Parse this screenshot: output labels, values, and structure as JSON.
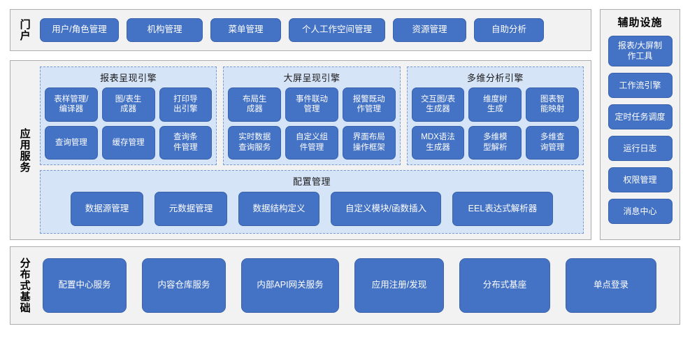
{
  "portal": {
    "band_label": "门户",
    "items": [
      {
        "label": "用户/角色管理",
        "w": "w1"
      },
      {
        "label": "机构管理",
        "w": "w2"
      },
      {
        "label": "菜单管理",
        "w": "w3"
      },
      {
        "label": "个人工作空间管理",
        "w": "w4"
      },
      {
        "label": "资源管理",
        "w": "w5"
      },
      {
        "label": "自助分析",
        "w": "w6"
      }
    ]
  },
  "aux": {
    "title": "辅助设施",
    "items": [
      {
        "label": "报表/大屏制\n作工具",
        "tall": true
      },
      {
        "label": "工作流引擎",
        "tall": false
      },
      {
        "label": "定时任务调度",
        "tall": false
      },
      {
        "label": "运行日志",
        "tall": false
      },
      {
        "label": "权限管理",
        "tall": false
      },
      {
        "label": "消息中心",
        "tall": false
      }
    ]
  },
  "app_services": {
    "band_label": "应用服务",
    "engines": [
      {
        "title": "报表呈现引擎",
        "items": [
          "表样管理/\n编译器",
          "图/表生\n成器",
          "打印导\n出引擎",
          "查询管理",
          "缓存管理",
          "查询条\n件管理"
        ]
      },
      {
        "title": "大屏呈现引擎",
        "items": [
          "布局生\n成器",
          "事件联动\n管理",
          "报警既动\n作管理",
          "实时数据\n查询服务",
          "自定义组\n件管理",
          "界面布局\n操作框架"
        ]
      },
      {
        "title": "多维分析引擎",
        "items": [
          "交互图/表\n生成器",
          "维度树\n生成",
          "图表智\n能映射",
          "MDX语法\n生成器",
          "多维模\n型解析",
          "多维查\n询管理"
        ]
      }
    ],
    "config": {
      "title": "配置管理",
      "items": [
        {
          "label": "数据源管理",
          "w": "c1"
        },
        {
          "label": "元数据管理",
          "w": "c2"
        },
        {
          "label": "数据结构定义",
          "w": "c3"
        },
        {
          "label": "自定义模块/函数插入",
          "w": "c4"
        },
        {
          "label": "EEL表达式解析器",
          "w": "c5"
        }
      ]
    }
  },
  "distributed": {
    "band_label": "分布式基础",
    "items": [
      {
        "label": "配置中心服务",
        "w": "d1"
      },
      {
        "label": "内容仓库服务",
        "w": "d2"
      },
      {
        "label": "内部API网关服务",
        "w": "d3"
      },
      {
        "label": "应用注册/发现",
        "w": "d4"
      },
      {
        "label": "分布式基座",
        "w": "d5"
      },
      {
        "label": "单点登录",
        "w": "d6"
      }
    ]
  },
  "colors": {
    "button_fill": "#4472c4",
    "button_border": "#3a63ac",
    "group_fill": "#d6e4f8",
    "group_border": "#7a9ad0",
    "panel_fill": "#f2f2f2",
    "panel_border": "#adadad"
  }
}
